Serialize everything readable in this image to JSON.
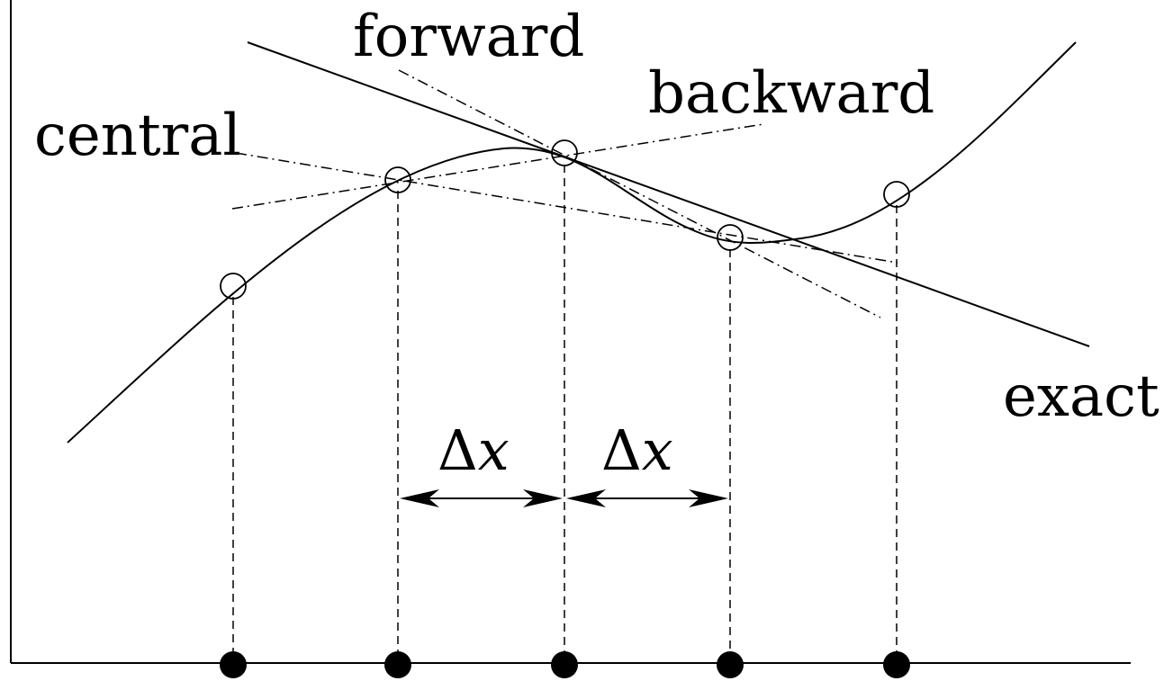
{
  "labels": {
    "forward": "forward",
    "backward": "backward",
    "central": "central",
    "exact": "exact"
  },
  "spacing": {
    "delta_symbol": "Δ",
    "variable": "x"
  },
  "grid_points_count": 5,
  "colors": {
    "ink": "#000000",
    "background": "#ffffff"
  }
}
